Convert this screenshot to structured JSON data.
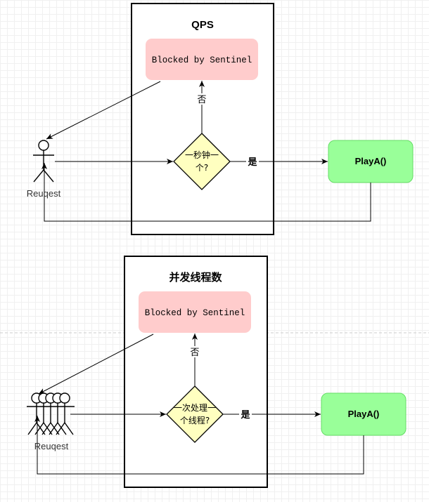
{
  "top_flow": {
    "title": "QPS",
    "blocked_label": "Blocked by Sentinel",
    "decision_line1": "一秒钟一",
    "decision_line2": "个?",
    "no_label": "否",
    "yes_label": "是",
    "action_label": "PlayA()",
    "actor_label": "Reuqest"
  },
  "bottom_flow": {
    "title": "并发线程数",
    "blocked_label": "Blocked by Sentinel",
    "decision_line1": "一次处理一",
    "decision_line2": "个线程?",
    "no_label": "否",
    "yes_label": "是",
    "action_label": "PlayA()",
    "actor_label": "Reuqest"
  },
  "colors": {
    "blocked_fill": "#ffcccc",
    "decision_fill": "#ffffc0",
    "action_fill": "#99ff99",
    "line": "#000000"
  }
}
